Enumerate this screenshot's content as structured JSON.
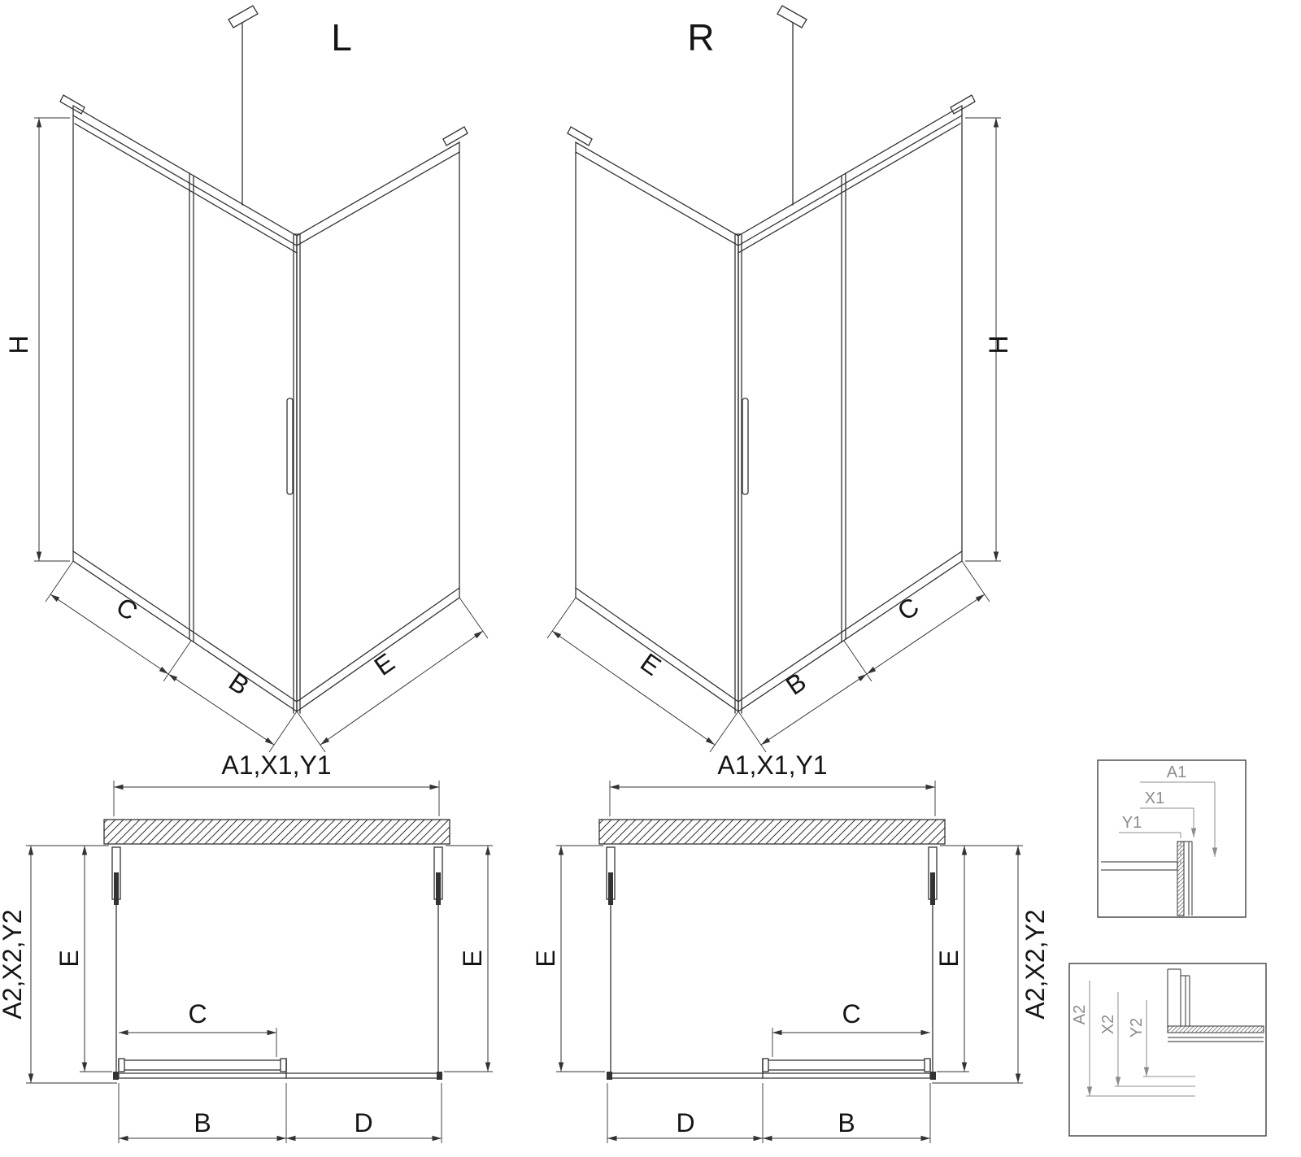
{
  "drawing": {
    "background": "#ffffff",
    "line_color": "#333333",
    "detail_color": "#8c8c8c"
  },
  "iso_left": {
    "title": "L",
    "dim_height": "H",
    "dim_fixed": "C",
    "dim_door": "B",
    "dim_side": "E"
  },
  "iso_right": {
    "title": "R",
    "dim_height": "H",
    "dim_fixed": "C",
    "dim_door": "B",
    "dim_side": "E"
  },
  "plan_left": {
    "dim_width": "A1,X1,Y1",
    "dim_depth": "A2,X2,Y2",
    "dim_side_left": "E",
    "dim_side_right": "E",
    "dim_clear": "C",
    "dim_door": "B",
    "dim_fixed": "D"
  },
  "plan_right": {
    "dim_width": "A1,X1,Y1",
    "dim_depth": "A2,X2,Y2",
    "dim_side_left": "E",
    "dim_side_right": "E",
    "dim_clear": "C",
    "dim_door": "B",
    "dim_fixed": "D"
  },
  "detail_width": {
    "dim_a": "A1",
    "dim_x": "X1",
    "dim_y": "Y1"
  },
  "detail_depth": {
    "dim_a": "A2",
    "dim_x": "X2",
    "dim_y": "Y2"
  }
}
